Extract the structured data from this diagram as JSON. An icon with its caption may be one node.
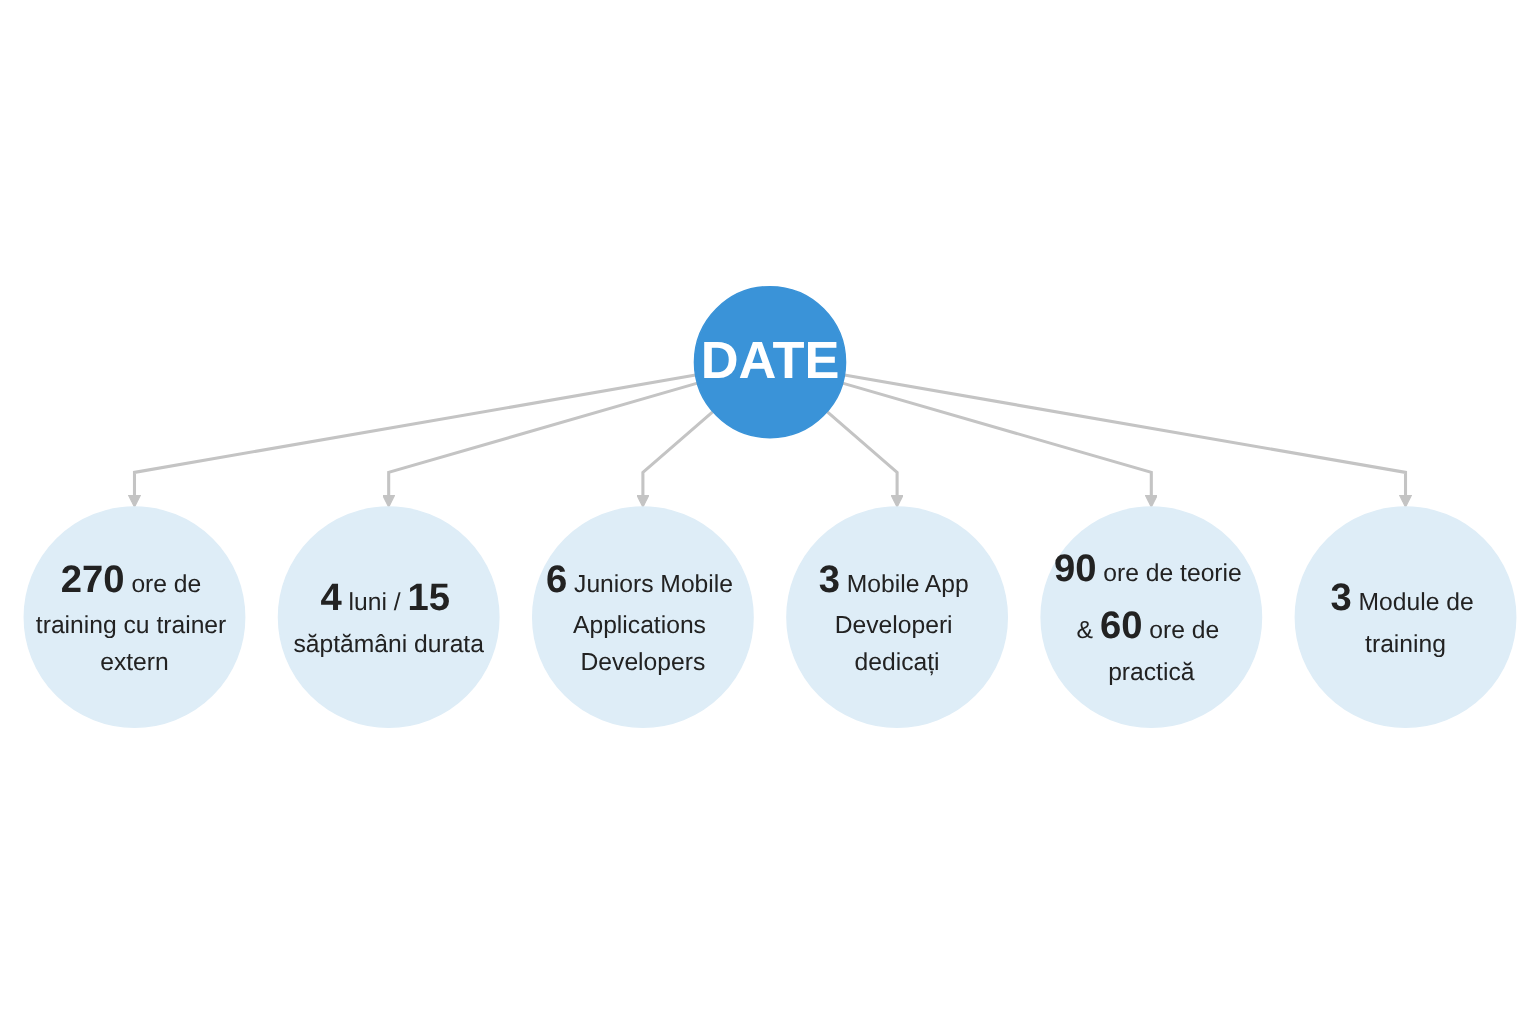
{
  "diagram": {
    "nodes": [
      {
        "text": [
          "**270** ore de training cu trainer extern"
        ]
      },
      {
        "text": [
          "**4** luni / **15** săptămâni durata"
        ]
      },
      {
        "text": [
          "**6** Juniors Mobile Applications Developers"
        ]
      },
      {
        "text": [
          "DATE"
        ]
      },
      {
        "text": [
          "**3** Mobile App Developeri dedicați"
        ]
      },
      {
        "text": [
          "**90** ore de teorie & **60** ore de practică"
        ]
      },
      {
        "text": [
          "**3** Module de training"
        ]
      }
    ],
    "edges": [
      {
        "from": 3,
        "to": 0,
        "arrow": "to"
      },
      {
        "from": 3,
        "to": 1,
        "arrow": "to"
      },
      {
        "from": 3,
        "to": 2,
        "arrow": "to"
      },
      {
        "from": 3,
        "to": 4,
        "arrow": "to"
      },
      {
        "from": 3,
        "to": 5,
        "arrow": "to"
      },
      {
        "from": 3,
        "to": 6,
        "arrow": "to"
      }
    ]
  }
}
